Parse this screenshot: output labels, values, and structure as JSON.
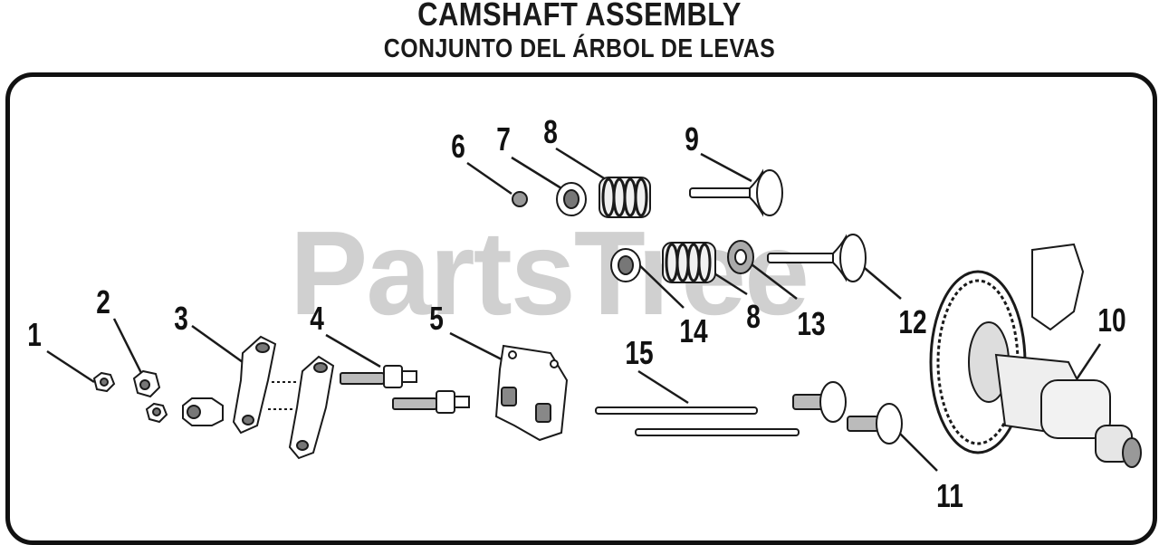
{
  "header": {
    "title": "CAMSHAFT ASSEMBLY",
    "subtitle": "CONJUNTO DEL ÁRBOL DE LEVAS"
  },
  "watermark": "PartsTree",
  "callouts": [
    "1",
    "2",
    "3",
    "4",
    "5",
    "6",
    "7",
    "8",
    "9",
    "10",
    "11",
    "12",
    "13",
    "14",
    "8",
    "15"
  ],
  "colors": {
    "outline": "#1a1a1a",
    "part_fill": "#ffffff",
    "part_shade": "#7a7a7a",
    "watermark": "#d0d0d0"
  }
}
